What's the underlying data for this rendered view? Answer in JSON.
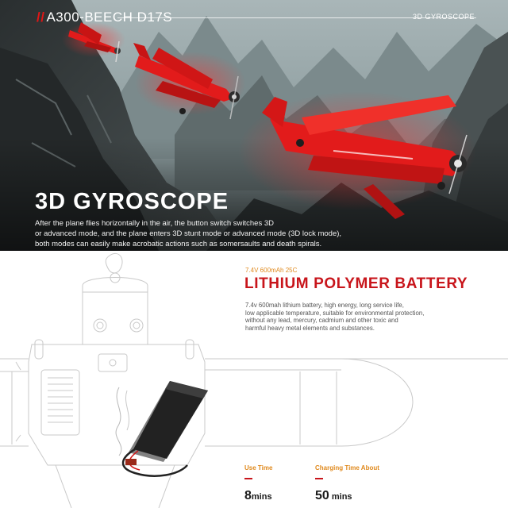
{
  "header": {
    "brand_slashes": "//",
    "brand_name": "A300-BEECH D17S",
    "section_tag": "3D GYROSCOPE"
  },
  "hero": {
    "title": "3D GYROSCOPE",
    "description_lines": [
      "After the plane flies horizontally in the air, the button switch switches 3D",
      "or advanced mode, and the plane enters 3D stunt mode or advanced mode (3D lock mode),",
      "both modes can easily make acrobatic actions such as somersaults and death spirals."
    ]
  },
  "battery": {
    "spec": "7.4V 600mAh 25C",
    "title": "LITHIUM POLYMER  BATTERY",
    "description_lines": [
      "7.4v 600mah lithium battery, high energy, long service life,",
      "low applicable temperature, suitable for environmental protection,",
      "without any lead, mercury, cadmium and other toxic and",
      "harmful heavy metal elements and substances."
    ]
  },
  "stats": {
    "use_time": {
      "label": "Use Time",
      "value": "8",
      "unit": "mins"
    },
    "charging_time": {
      "label": "Charging Time About",
      "value": "50",
      "unit": " mins"
    }
  },
  "colors": {
    "accent_red": "#c8151b",
    "accent_orange": "#e08a1e",
    "plane_red": "#e21b1b"
  }
}
